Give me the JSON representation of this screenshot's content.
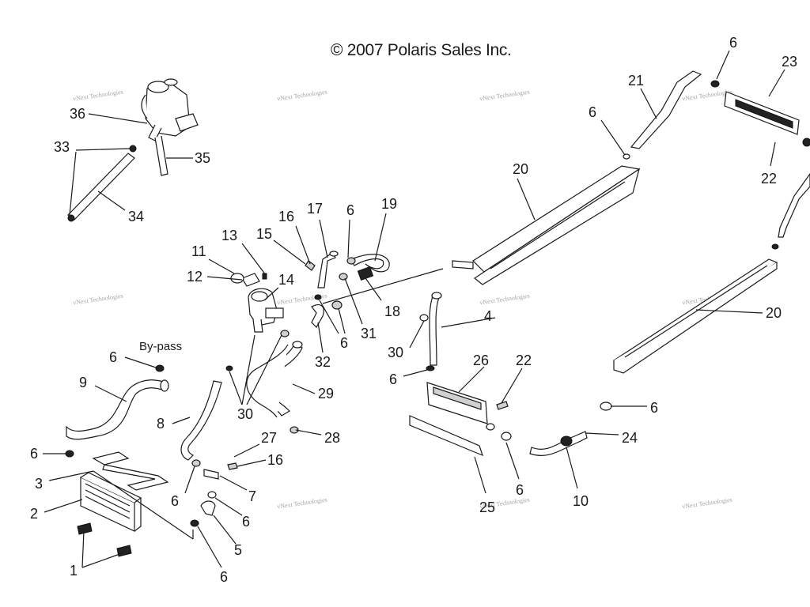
{
  "copyright": "© 2007 Polaris Sales Inc.",
  "note": "By-pass",
  "watermark": "vNext Technologies",
  "callouts": [
    {
      "id": "c36",
      "text": "36"
    },
    {
      "id": "c33",
      "text": "33"
    },
    {
      "id": "c35",
      "text": "35"
    },
    {
      "id": "c34",
      "text": "34"
    },
    {
      "id": "c13",
      "text": "13"
    },
    {
      "id": "c11",
      "text": "11"
    },
    {
      "id": "c12",
      "text": "12"
    },
    {
      "id": "c14",
      "text": "14"
    },
    {
      "id": "c16a",
      "text": "16"
    },
    {
      "id": "c15",
      "text": "15"
    },
    {
      "id": "c17",
      "text": "17"
    },
    {
      "id": "c6a",
      "text": "6"
    },
    {
      "id": "c19",
      "text": "19"
    },
    {
      "id": "c18",
      "text": "18"
    },
    {
      "id": "c31",
      "text": "31"
    },
    {
      "id": "c6b",
      "text": "6"
    },
    {
      "id": "c32",
      "text": "32"
    },
    {
      "id": "c6c",
      "text": "6"
    },
    {
      "id": "c9",
      "text": "9"
    },
    {
      "id": "c8",
      "text": "8"
    },
    {
      "id": "c30a",
      "text": "30"
    },
    {
      "id": "c29",
      "text": "29"
    },
    {
      "id": "c28",
      "text": "28"
    },
    {
      "id": "c27",
      "text": "27"
    },
    {
      "id": "c16b",
      "text": "16"
    },
    {
      "id": "c7",
      "text": "7"
    },
    {
      "id": "c6d",
      "text": "6"
    },
    {
      "id": "c6e",
      "text": "6"
    },
    {
      "id": "c5",
      "text": "5"
    },
    {
      "id": "c6f",
      "text": "6"
    },
    {
      "id": "c6g",
      "text": "6"
    },
    {
      "id": "c3",
      "text": "3"
    },
    {
      "id": "c2",
      "text": "2"
    },
    {
      "id": "c1",
      "text": "1"
    },
    {
      "id": "c30b",
      "text": "30"
    },
    {
      "id": "c4",
      "text": "4"
    },
    {
      "id": "c6h",
      "text": "6"
    },
    {
      "id": "c26",
      "text": "26"
    },
    {
      "id": "c22a",
      "text": "22"
    },
    {
      "id": "c25",
      "text": "25"
    },
    {
      "id": "c6i",
      "text": "6"
    },
    {
      "id": "c10",
      "text": "10"
    },
    {
      "id": "c24",
      "text": "24"
    },
    {
      "id": "c6j",
      "text": "6"
    },
    {
      "id": "c20a",
      "text": "20"
    },
    {
      "id": "c6k",
      "text": "6"
    },
    {
      "id": "c21",
      "text": "21"
    },
    {
      "id": "c6l",
      "text": "6"
    },
    {
      "id": "c23",
      "text": "23"
    },
    {
      "id": "c22b",
      "text": "22"
    },
    {
      "id": "c20b",
      "text": "20"
    }
  ]
}
